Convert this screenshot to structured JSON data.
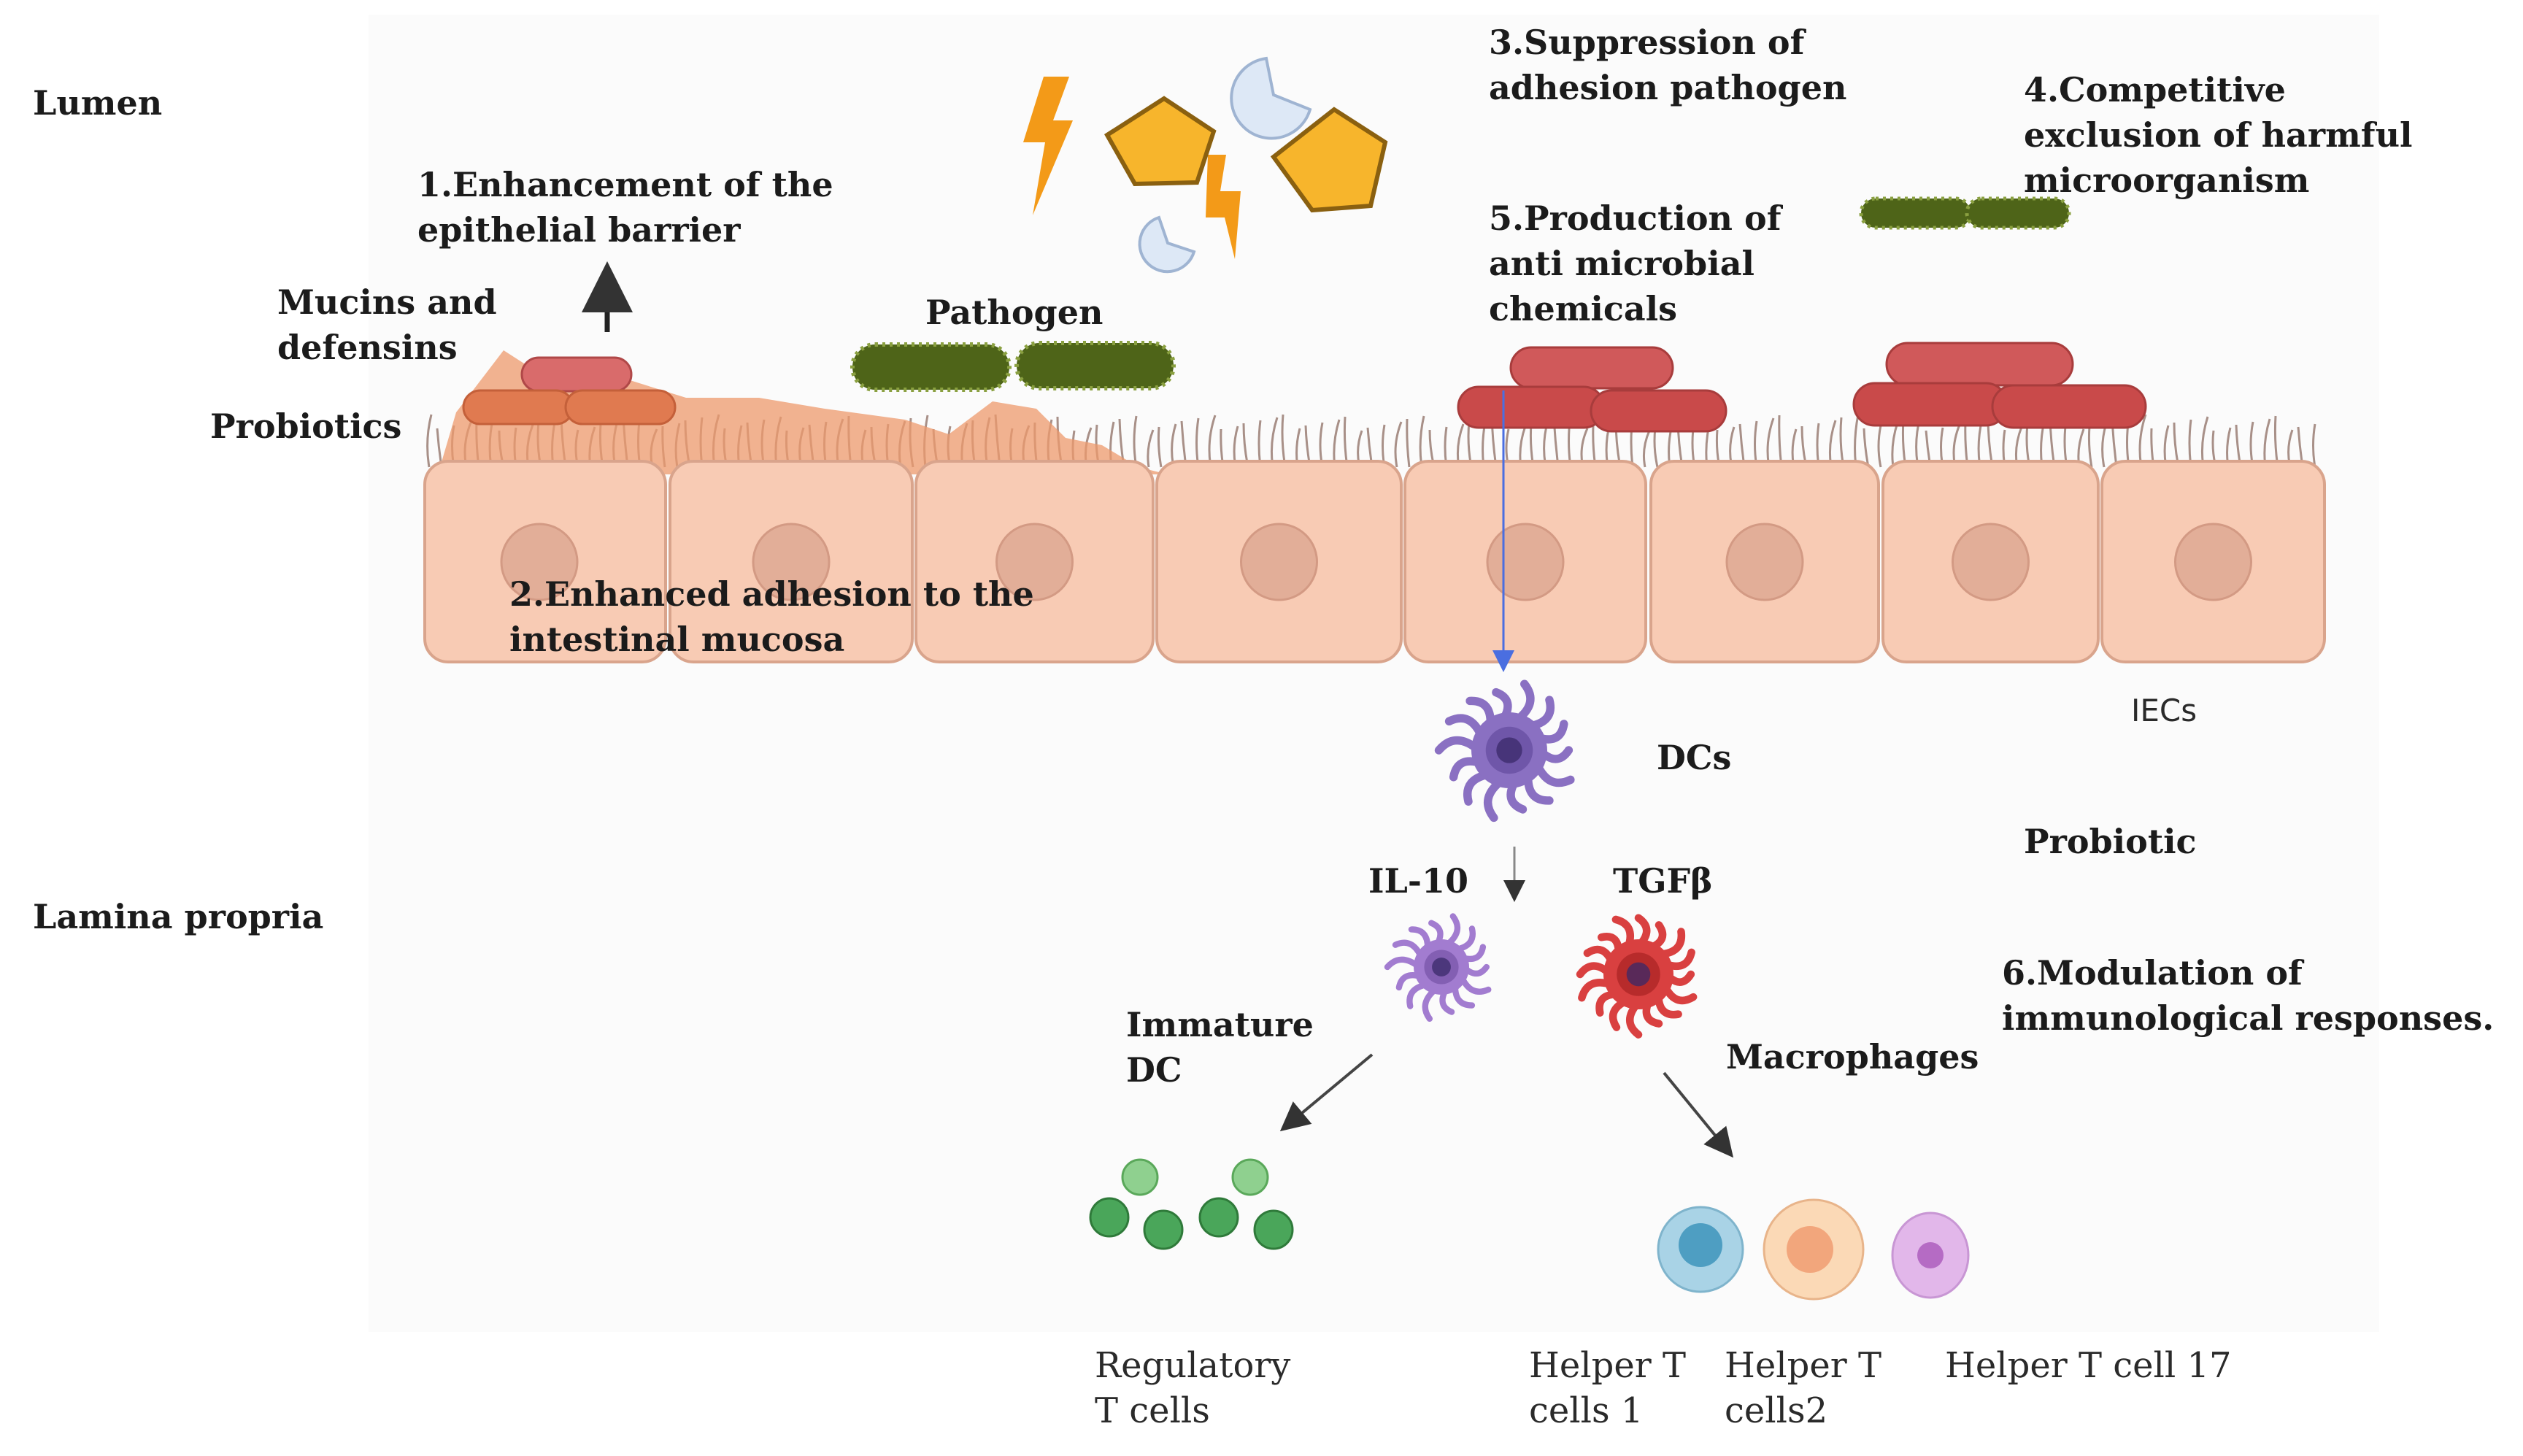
{
  "labels": {
    "lumen": "Lumen",
    "lamina_propria": "Lamina propria",
    "mech1": "1.Enhancement of the\nepithelial barrier",
    "mucins": "Mucins and\ndefensins",
    "probiotics": "Probiotics",
    "pathogen": "Pathogen",
    "mech2": "2.Enhanced adhesion to the\nintestinal mucosa",
    "mech3": "3.Suppression of\nadhesion pathogen",
    "mech4": "4.Competitive\nexclusion of harmful\nmicroorganism",
    "mech5": "5.Production of\nanti microbial\nchemicals",
    "iecs": "IECs",
    "dcs": "DCs",
    "probiotic": "Probiotic",
    "il10": "IL-10",
    "tgfb": "TGFβ",
    "mech6": "6.Modulation of\nimmunological responses.",
    "immature_dc": "Immature\nDC",
    "macrophages": "Macrophages",
    "treg": "Regulatory\nT cells",
    "th1": "Helper T\ncells 1",
    "th2": "Helper T\ncells2",
    "th17": "Helper T cell 17"
  },
  "colors": {
    "epithelial_cell": "#f8cbb4",
    "epithelial_border": "#d9a48c",
    "nucleus": "#e2ae98",
    "mucus_layer": "#ee9a6c",
    "probiotic_bacteria": "#e07a50",
    "beneficial_bacteria": "#c94a4a",
    "pathogen_bacteria": "#4e6418",
    "dendritic_cell": "#7d63b5",
    "macrophage": "#d43a3a",
    "regulatory_t_cell": "#4aa65a",
    "th1_cell": "#8ec4dc",
    "th2_cell": "#f6c49a",
    "th17_cell": "#d7a8e0",
    "toxin_bolt": "#f39a18",
    "toxin_pentagon": "#f7b52c",
    "arrow_blue": "#4a6ee0"
  },
  "icons": [
    "lightning-bolt-icon",
    "pentagon-toxin-icon",
    "crescent-particle-icon",
    "rod-bacterium-icon",
    "dendritic-cell-icon",
    "macrophage-icon",
    "t-cell-icon"
  ]
}
